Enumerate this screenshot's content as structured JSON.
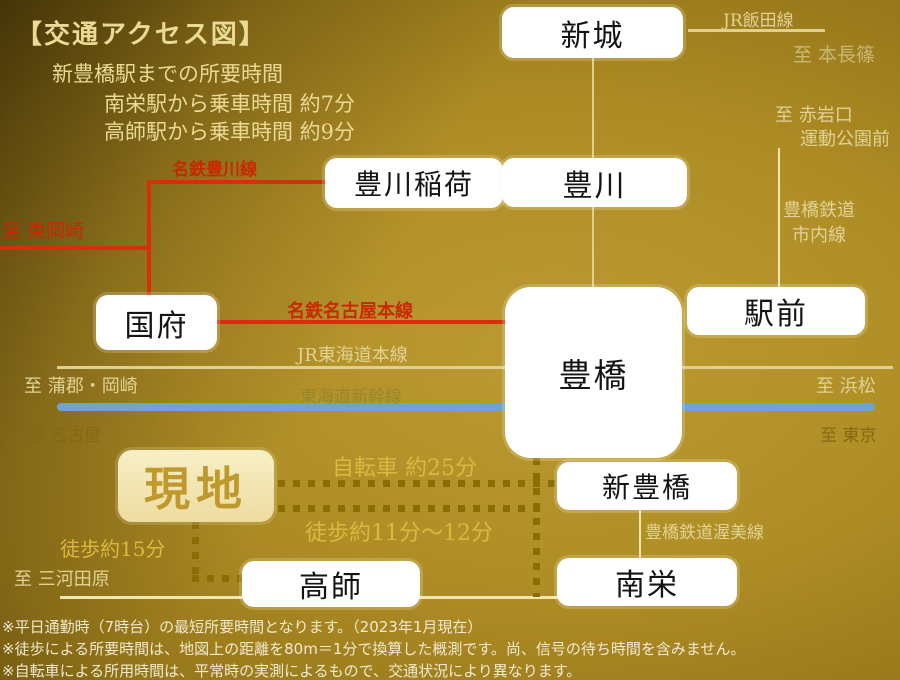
{
  "title": "【交通アクセス図】",
  "intro": {
    "line1": "新豊橋駅までの所要時間",
    "line2": "南栄駅から乗車時間 約7分",
    "line3": "高師駅から乗車時間 約9分"
  },
  "stations": {
    "shinshiro": "新城",
    "toyokawainari": "豊川稲荷",
    "toyokawa": "豊川",
    "kou": "国府",
    "toyohashi": "豊橋",
    "ekimae": "駅前",
    "shintoyohashi": "新豊橋",
    "minamiei": "南栄",
    "takashi": "高師",
    "genchi": "現地"
  },
  "line_labels": {
    "jr_iida": "JR飯田線",
    "to_honnagashino": "至 本長篠",
    "to_akaiwaguchi": "至 赤岩口",
    "undokoenmae": "運動公園前",
    "toyotetsu_shinai_1": "豊橋鉄道",
    "toyotetsu_shinai_2": "市内線",
    "meitetsu_toyokawa": "名鉄豊川線",
    "to_higashi_okazaki": "至 東岡崎",
    "meitetsu_nagoya": "名鉄名古屋本線",
    "jr_tokaido": "JR東海道本線",
    "to_gamagori_okazaki": "至 蒲郡・岡崎",
    "to_hamamatsu": "至 浜松",
    "shinkansen": "東海道新幹線",
    "to_nagoya": "至 名古屋",
    "to_tokyo": "至 東京",
    "toyotetsu_atsumi": "豊橋鉄道渥美線",
    "to_mikawa_tahara": "至 三河田原"
  },
  "routes": {
    "bicycle": "自転車 約25分",
    "walk_11_12": "徒歩約11分〜12分",
    "walk_15": "徒歩約15分"
  },
  "notes": [
    "※平日通勤時（7時台）の最短所要時間となります。（2023年1月現在）",
    "※徒歩による所要時間は、地図上の距離を80m＝1分で換算した概測です。尚、信号の待ち時間を含みません。",
    "※自転車による所用時間は、平常時の実測によるもので、交通状況により異なります。"
  ],
  "colors": {
    "meitetsu_red": "#d5300e",
    "jr_pale_yellow": "#ddd092",
    "shinkansen_blue": "#6fa3d3",
    "dotted_route": "#8a6d04",
    "accent_gold": "#e9da96"
  }
}
